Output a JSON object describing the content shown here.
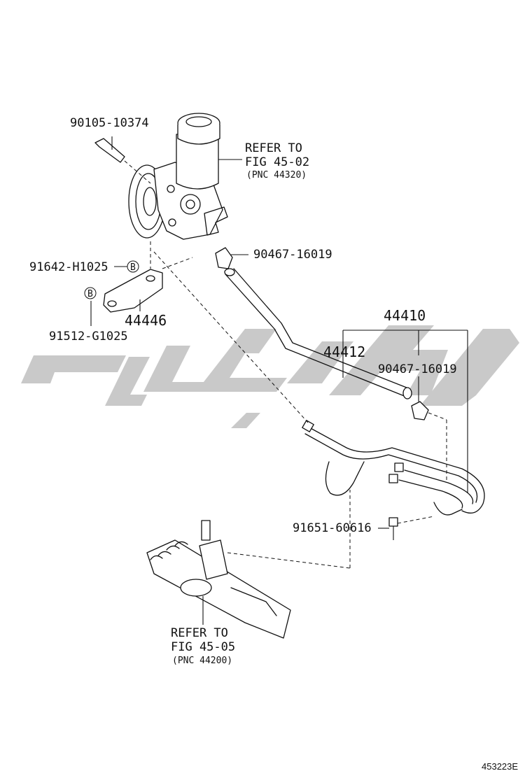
{
  "diagram_id": "453223E",
  "watermark": {
    "color": "#c9c9c9"
  },
  "parts": {
    "bolt": {
      "number": "90105-10374"
    },
    "reservoir_ref": {
      "line1": "REFER TO",
      "line2": "FIG 45-02",
      "line3": "(PNC 44320)"
    },
    "clamp_top": {
      "number": "90467-16019"
    },
    "nut": {
      "number": "91642-H1025",
      "badge": "B"
    },
    "bracket": {
      "number": "44446"
    },
    "stud": {
      "number": "91512-G1025",
      "badge": "B"
    },
    "hose_assembly": {
      "number": "44410"
    },
    "pressure_hose": {
      "number": "44412"
    },
    "clamp_right": {
      "number": "90467-16019"
    },
    "bolt_small": {
      "number": "91651-60616"
    },
    "gear_ref": {
      "line1": "REFER TO",
      "line2": "FIG 45-05",
      "line3": "(PNC 44200)"
    }
  }
}
